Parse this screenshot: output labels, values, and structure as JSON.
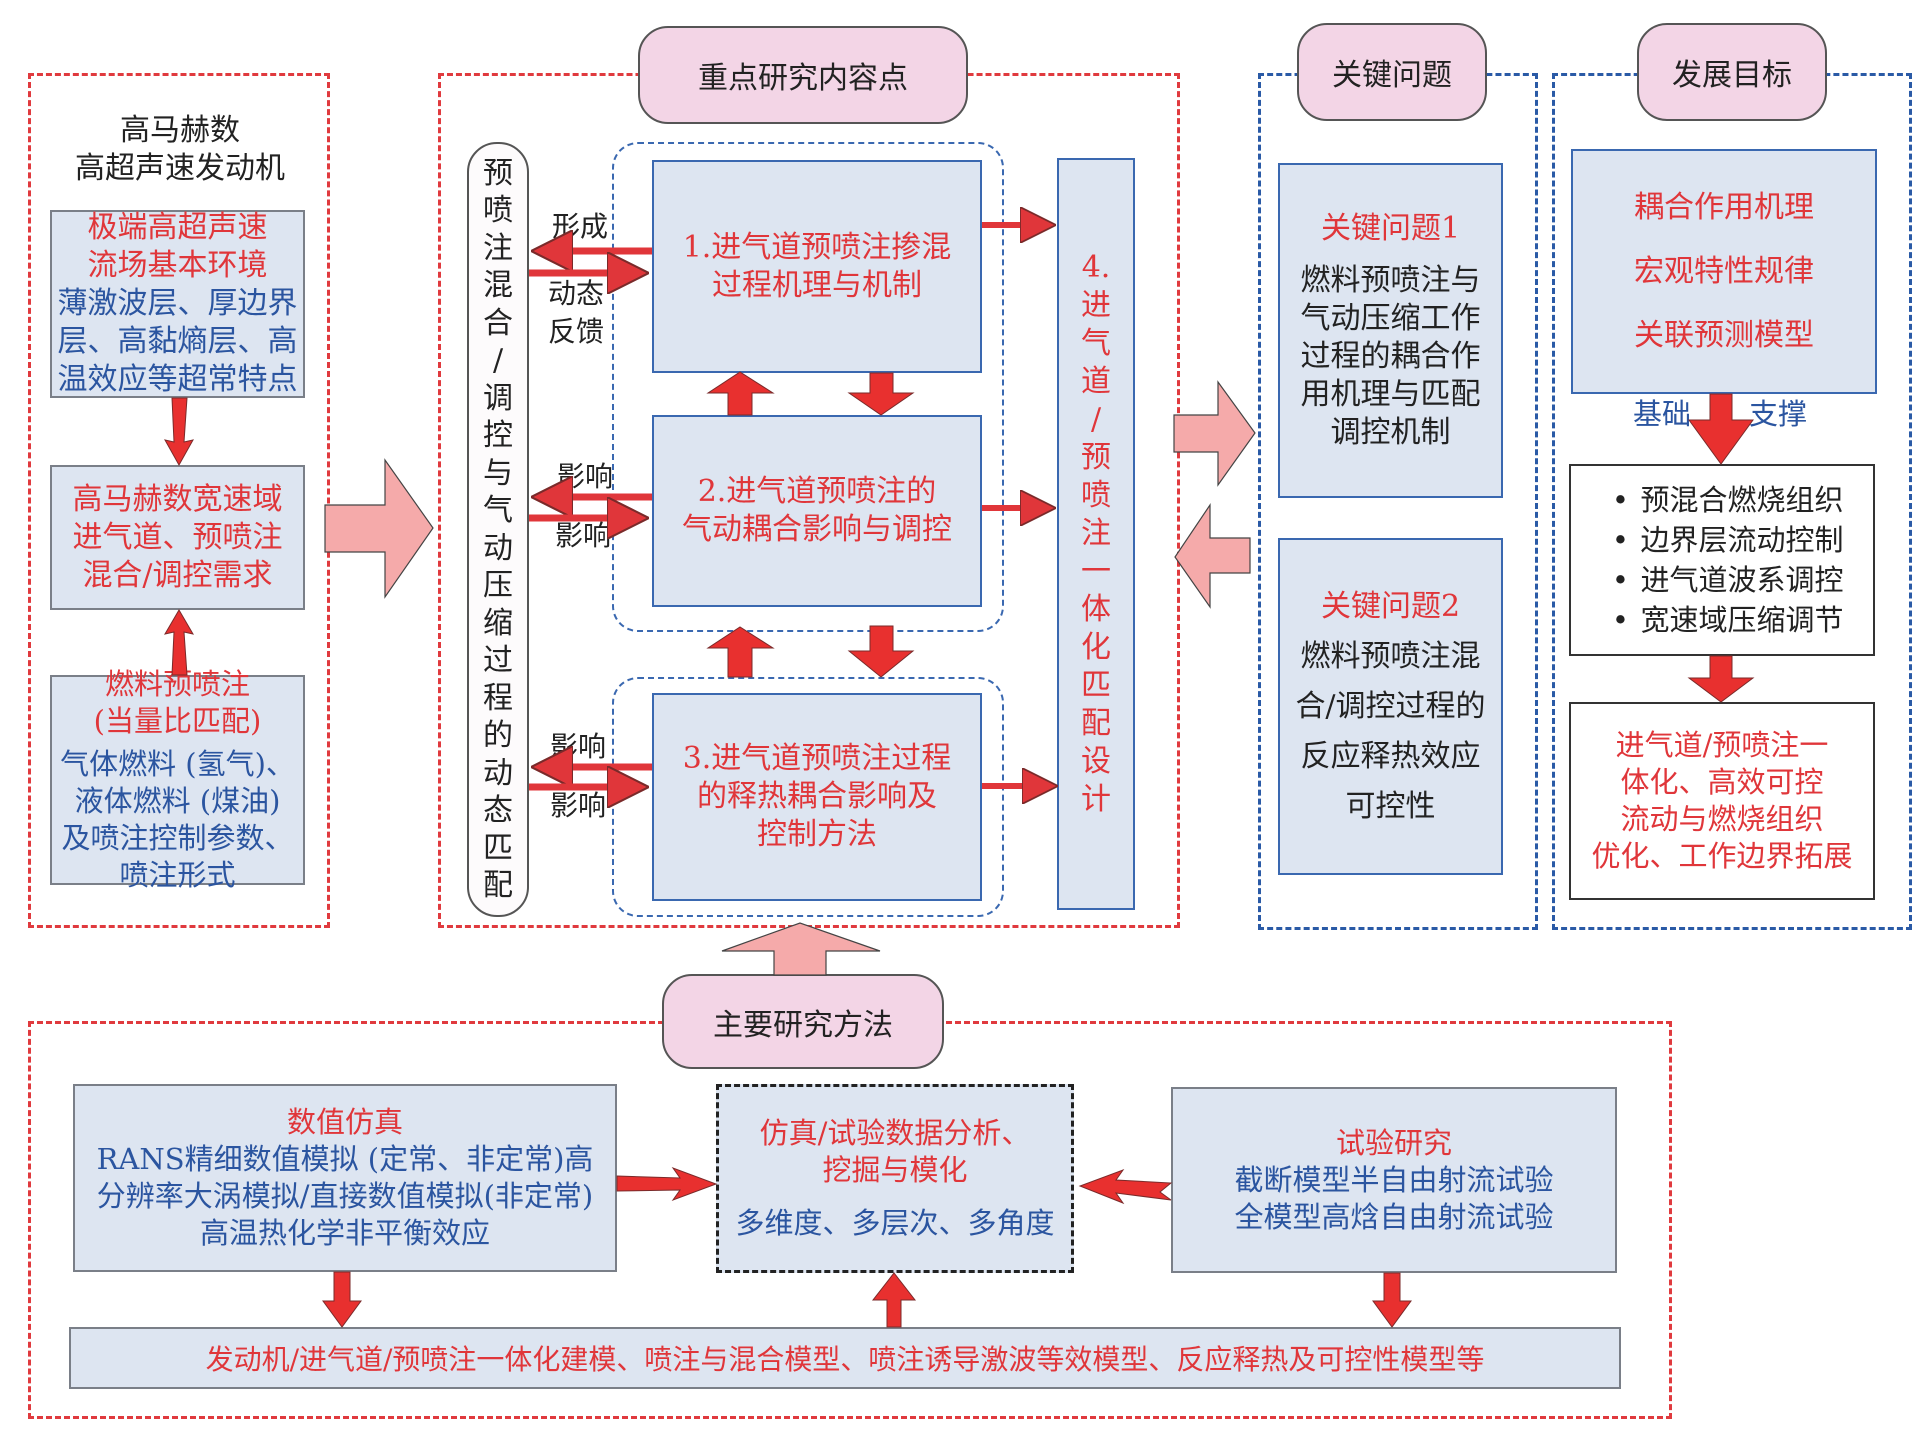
{
  "colors": {
    "accent_red": "#e0363a",
    "text_blue": "#2b55a0",
    "box_fill": "#dde5f1",
    "pill_fill": "#f3d5e6",
    "big_arrow_fill": "#f5aaaa",
    "dashed_red": "#e03a3e",
    "dashed_blue": "#2a5aa6"
  },
  "left_panel": {
    "title_lines": [
      "高马赫数",
      "高超声速发动机"
    ],
    "env_box": {
      "heading_lines": [
        "极端高超声速",
        "流场基本环境"
      ],
      "body_lines": [
        "薄激波层、厚边界",
        "层、高黏熵层、高",
        "温效应等超常特点"
      ]
    },
    "demand_box": {
      "lines": [
        "高马赫数宽速域",
        "进气道、预喷注",
        "混合/调控需求"
      ]
    },
    "fuel_box": {
      "heading_lines": [
        "燃料预喷注",
        "(当量比匹配)"
      ],
      "body_lines": [
        "气体燃料 (氢气)、",
        "液体燃料 (煤油)",
        "及喷注控制参数、",
        "喷注形式"
      ]
    }
  },
  "center_panel": {
    "title": "重点研究内容点",
    "vertical_label_chars": [
      "预",
      "喷",
      "注",
      "混",
      "合",
      "/",
      "调",
      "控",
      "与",
      "气",
      "动",
      "压",
      "缩",
      "过",
      "程",
      "的",
      "动",
      "态",
      "匹",
      "配"
    ],
    "research_items": [
      {
        "lines": [
          "1.进气道预喷注掺混",
          "过程机理与机制"
        ]
      },
      {
        "lines": [
          "2.进气道预喷注的",
          "气动耦合影响与调控"
        ]
      },
      {
        "lines": [
          "3.进气道预喷注过程",
          "的释热耦合影响及",
          "控制方法"
        ]
      }
    ],
    "item4_chars": [
      "4.",
      "进",
      "气",
      "道",
      "/",
      "预",
      "喷",
      "注",
      "一",
      "体",
      "化",
      "匹",
      "配",
      "设",
      "计"
    ],
    "link_labels": {
      "item1_out": "形成",
      "item1_in_lines": [
        "动态",
        "反馈"
      ],
      "item2_out": "影响",
      "item2_in": "影响",
      "item3_out": "影响",
      "item3_in": "影响"
    }
  },
  "key_issues": {
    "title": "关键问题",
    "items": [
      {
        "heading": "关键问题1",
        "lines": [
          "燃料预喷注与",
          "气动压缩工作",
          "过程的耦合作",
          "用机理与匹配",
          "调控机制"
        ]
      },
      {
        "heading": "关键问题2",
        "lines": [
          "燃料预喷注混",
          "合/调控过程的",
          "反应释热效应",
          "可控性"
        ]
      }
    ]
  },
  "goals": {
    "title": "发展目标",
    "top_lines": [
      "耦合作用机理",
      "宏观特性规律",
      "关联预测模型"
    ],
    "arrow_labels": {
      "left": "基础",
      "right": "支撑"
    },
    "bullets": [
      "预混合燃烧组织",
      "边界层流动控制",
      "进气道波系调控",
      "宽速域压缩调节"
    ],
    "final_lines": [
      "进气道/预喷注一",
      "体化、高效可控",
      "流动与燃烧组织",
      "优化、工作边界拓展"
    ]
  },
  "methods": {
    "title": "主要研究方法",
    "numerical": {
      "heading": "数值仿真",
      "lines": [
        "RANS精细数值模拟 (定常、非定常)高",
        "分辨率大涡模拟/直接数值模拟(非定常)",
        "高温热化学非平衡效应"
      ]
    },
    "analysis": {
      "heading_lines": [
        "仿真/试验数据分析、",
        "挖掘与模化"
      ],
      "sub": "多维度、多层次、多角度"
    },
    "experimental": {
      "heading": "试验研究",
      "lines": [
        "截断模型半自由射流试验",
        "全模型高焓自由射流试验"
      ]
    },
    "models_bar": "发动机/进气道/预喷注一体化建模、喷注与混合模型、喷注诱导激波等效模型、反应释热及可控性模型等"
  }
}
